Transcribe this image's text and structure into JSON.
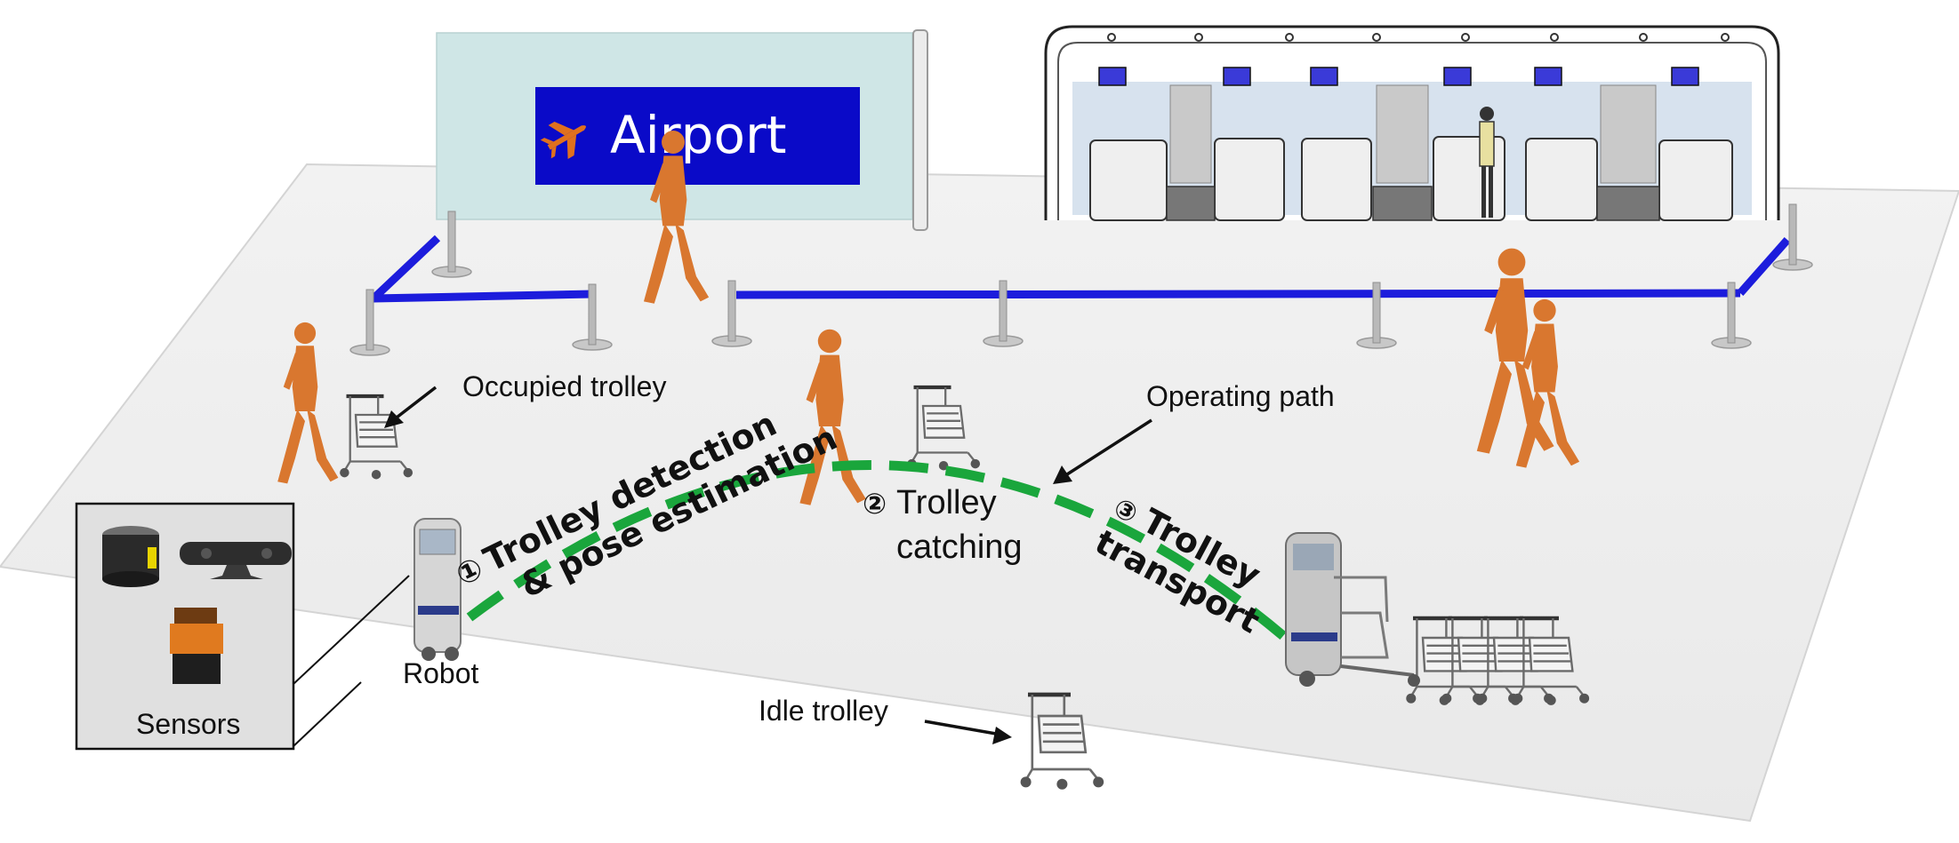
{
  "sign": {
    "text": "Airport",
    "icon": "airplane-icon"
  },
  "labels": {
    "occupied_trolley": "Occupied trolley",
    "operating_path": "Operating path",
    "robot": "Robot",
    "sensors": "Sensors",
    "idle_trolley": "Idle trolley"
  },
  "steps": [
    {
      "marker": "①",
      "line1": "Trolley detection",
      "line2": "& pose estimation"
    },
    {
      "marker": "②",
      "line1": "Trolley",
      "line2": "catching"
    },
    {
      "marker": "③",
      "line1": "Trolley",
      "line2": "transport"
    }
  ],
  "colors": {
    "floor": "#efefef",
    "sign_panel": "#cfe6e6",
    "sign_board": "#0a0ac8",
    "barrier": "#1c1cdc",
    "path": "#1aa63c",
    "person": "#d9772f",
    "plane": "#e0701e"
  }
}
